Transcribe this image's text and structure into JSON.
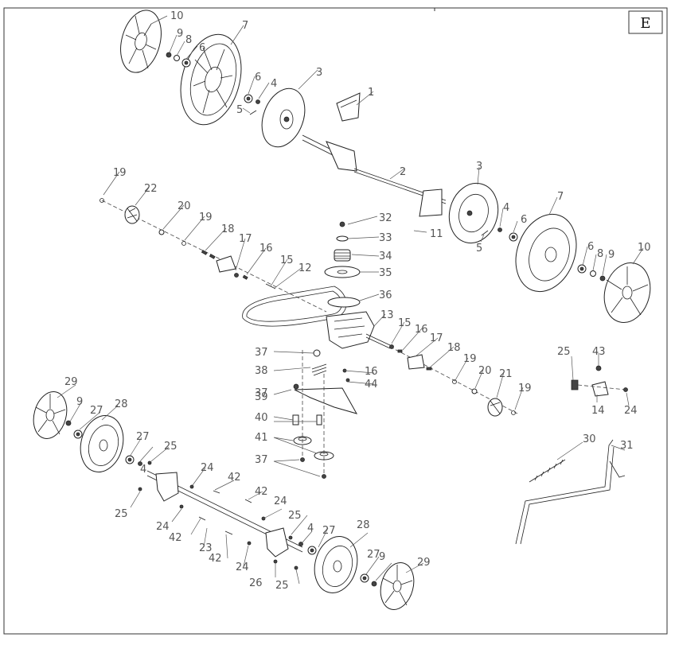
{
  "section": "E",
  "callouts": [
    {
      "id": "c1",
      "text": "1"
    },
    {
      "id": "c2",
      "text": "2"
    },
    {
      "id": "c3a",
      "text": "3"
    },
    {
      "id": "c3b",
      "text": "3"
    },
    {
      "id": "c4a",
      "text": "4"
    },
    {
      "id": "c4b",
      "text": "4"
    },
    {
      "id": "c4c",
      "text": "4"
    },
    {
      "id": "c4d",
      "text": "4"
    },
    {
      "id": "c5a",
      "text": "5"
    },
    {
      "id": "c5b",
      "text": "5"
    },
    {
      "id": "c6a",
      "text": "6"
    },
    {
      "id": "c6b",
      "text": "6"
    },
    {
      "id": "c6c",
      "text": "6"
    },
    {
      "id": "c6d",
      "text": "6"
    },
    {
      "id": "c7a",
      "text": "7"
    },
    {
      "id": "c7b",
      "text": "7"
    },
    {
      "id": "c8a",
      "text": "8"
    },
    {
      "id": "c8b",
      "text": "8"
    },
    {
      "id": "c9a",
      "text": "9"
    },
    {
      "id": "c9b",
      "text": "9"
    },
    {
      "id": "c9c",
      "text": "9"
    },
    {
      "id": "c9d",
      "text": "9"
    },
    {
      "id": "c10a",
      "text": "10"
    },
    {
      "id": "c10b",
      "text": "10"
    },
    {
      "id": "c11",
      "text": "11"
    },
    {
      "id": "c12",
      "text": "12"
    },
    {
      "id": "c13",
      "text": "13"
    },
    {
      "id": "c14",
      "text": "14"
    },
    {
      "id": "c15a",
      "text": "15"
    },
    {
      "id": "c15b",
      "text": "15"
    },
    {
      "id": "c16a",
      "text": "16"
    },
    {
      "id": "c16b",
      "text": "16"
    },
    {
      "id": "c16c",
      "text": "16"
    },
    {
      "id": "c17a",
      "text": "17"
    },
    {
      "id": "c17b",
      "text": "17"
    },
    {
      "id": "c18a",
      "text": "18"
    },
    {
      "id": "c18b",
      "text": "18"
    },
    {
      "id": "c19a",
      "text": "19"
    },
    {
      "id": "c19b",
      "text": "19"
    },
    {
      "id": "c19c",
      "text": "19"
    },
    {
      "id": "c19d",
      "text": "19"
    },
    {
      "id": "c20a",
      "text": "20"
    },
    {
      "id": "c20b",
      "text": "20"
    },
    {
      "id": "c21",
      "text": "21"
    },
    {
      "id": "c22",
      "text": "22"
    },
    {
      "id": "c23",
      "text": "23"
    },
    {
      "id": "c24a",
      "text": "24"
    },
    {
      "id": "c24b",
      "text": "24"
    },
    {
      "id": "c24c",
      "text": "24"
    },
    {
      "id": "c24d",
      "text": "24"
    },
    {
      "id": "c24e",
      "text": "24"
    },
    {
      "id": "c25a",
      "text": "25"
    },
    {
      "id": "c25b",
      "text": "25"
    },
    {
      "id": "c25c",
      "text": "25"
    },
    {
      "id": "c25d",
      "text": "25"
    },
    {
      "id": "c25e",
      "text": "25"
    },
    {
      "id": "c26",
      "text": "26"
    },
    {
      "id": "c27a",
      "text": "27"
    },
    {
      "id": "c27b",
      "text": "27"
    },
    {
      "id": "c27c",
      "text": "27"
    },
    {
      "id": "c27d",
      "text": "27"
    },
    {
      "id": "c28a",
      "text": "28"
    },
    {
      "id": "c28b",
      "text": "28"
    },
    {
      "id": "c29a",
      "text": "29"
    },
    {
      "id": "c29b",
      "text": "29"
    },
    {
      "id": "c30",
      "text": "30"
    },
    {
      "id": "c31",
      "text": "31"
    },
    {
      "id": "c32",
      "text": "32"
    },
    {
      "id": "c33",
      "text": "33"
    },
    {
      "id": "c34",
      "text": "34"
    },
    {
      "id": "c35",
      "text": "35"
    },
    {
      "id": "c36",
      "text": "36"
    },
    {
      "id": "c37a",
      "text": "37"
    },
    {
      "id": "c37b",
      "text": "37"
    },
    {
      "id": "c37c",
      "text": "37"
    },
    {
      "id": "c38",
      "text": "38"
    },
    {
      "id": "c39",
      "text": "39"
    },
    {
      "id": "c40",
      "text": "40"
    },
    {
      "id": "c41",
      "text": "41"
    },
    {
      "id": "c42a",
      "text": "42"
    },
    {
      "id": "c42b",
      "text": "42"
    },
    {
      "id": "c42c",
      "text": "42"
    },
    {
      "id": "c42d",
      "text": "42"
    },
    {
      "id": "c43",
      "text": "43"
    },
    {
      "id": "c44",
      "text": "44"
    }
  ]
}
